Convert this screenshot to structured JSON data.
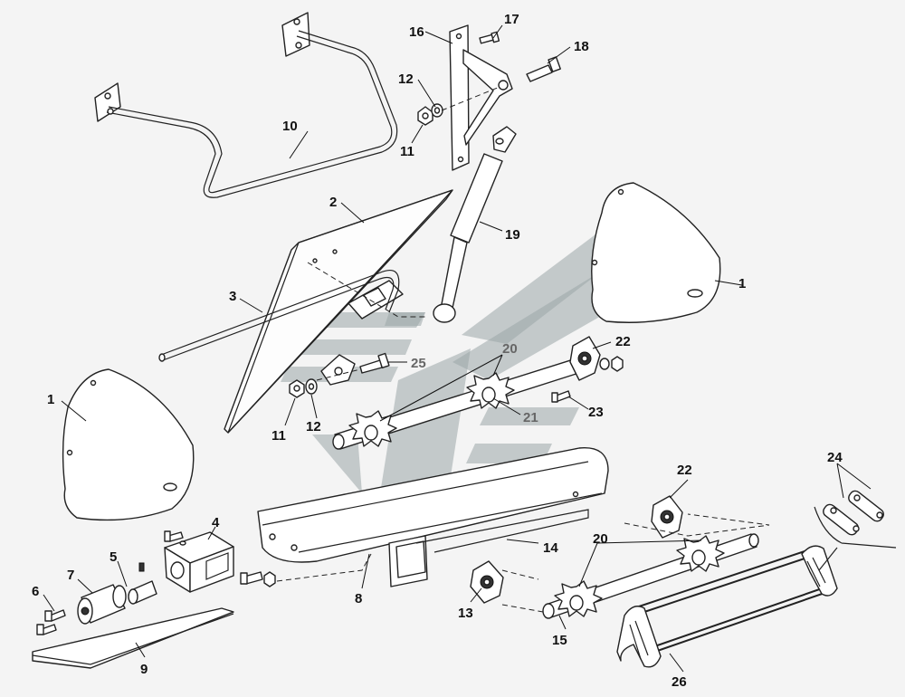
{
  "diagram": {
    "callouts": {
      "c1_left": "1",
      "c1_right": "1",
      "c2": "2",
      "c3": "3",
      "c4": "4",
      "c5": "5",
      "c6": "6",
      "c7": "7",
      "c8": "8",
      "c9": "9",
      "c10": "10",
      "c11_top": "11",
      "c11_mid": "11",
      "c12_top": "12",
      "c12_mid": "12",
      "c13": "13",
      "c14": "14",
      "c15": "15",
      "c16": "16",
      "c17": "17",
      "c18": "18",
      "c19": "19",
      "c20_top": "20",
      "c20_bottom": "20",
      "c21": "21",
      "c22_top": "22",
      "c22_bottom": "22",
      "c23": "23",
      "c24": "24",
      "c25": "25",
      "c26": "26"
    },
    "colors": {
      "line": "#222222",
      "background": "#f4f4f4",
      "watermark": "#9aa6a8"
    }
  }
}
